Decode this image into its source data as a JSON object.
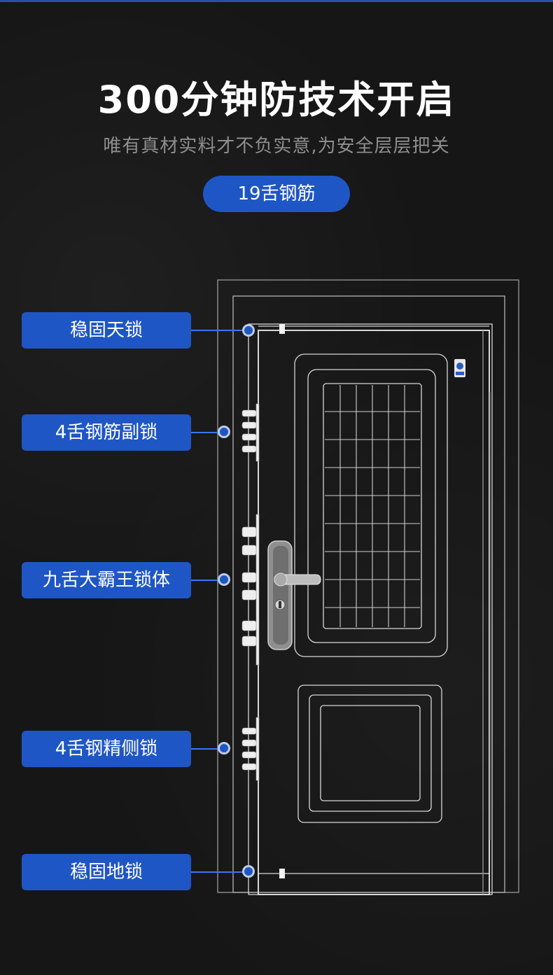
{
  "header": {
    "title": "300分钟防技术开启",
    "subtitle": "唯有真材实料才不负实意,为安全层层把关",
    "badge": "19舌钢筋"
  },
  "callouts": [
    {
      "label": "稳固天锁"
    },
    {
      "label": "4舌钢筋副锁"
    },
    {
      "label": "九舌大霸王锁体"
    },
    {
      "label": "4舌钢精侧锁"
    },
    {
      "label": "稳固地锁"
    }
  ],
  "colors": {
    "accent": "#1f56c5",
    "background": "#161616",
    "title": "#ffffff",
    "subtitle": "#8e8e8e"
  },
  "icons": {
    "door_diagram": "security-door-line-drawing-icon",
    "brand_badge": "brand-logo-icon",
    "handle": "door-handle-icon",
    "keyhole": "keyhole-icon"
  }
}
